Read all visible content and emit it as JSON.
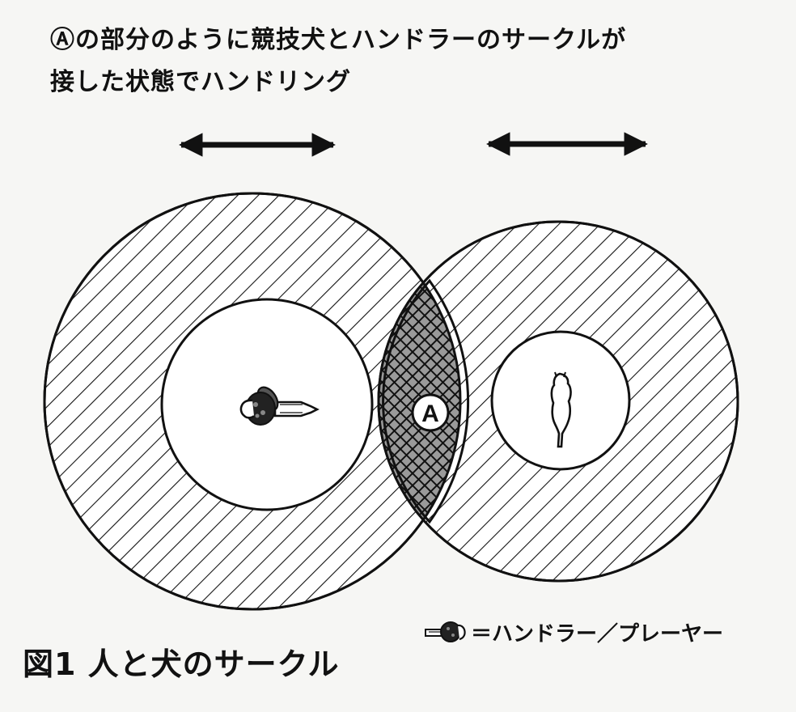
{
  "caption": {
    "line1": "Ⓐの部分のように競技犬とハンドラーのサークルが",
    "line2": "接した状態でハンドリング"
  },
  "overlap_label": "A",
  "legend": {
    "text": "＝ハンドラー／プレーヤー",
    "icon": "handler-player-icon"
  },
  "figure_title": "図1 人と犬のサークル",
  "colors": {
    "ink": "#111111",
    "paper": "#f6f6f4"
  }
}
